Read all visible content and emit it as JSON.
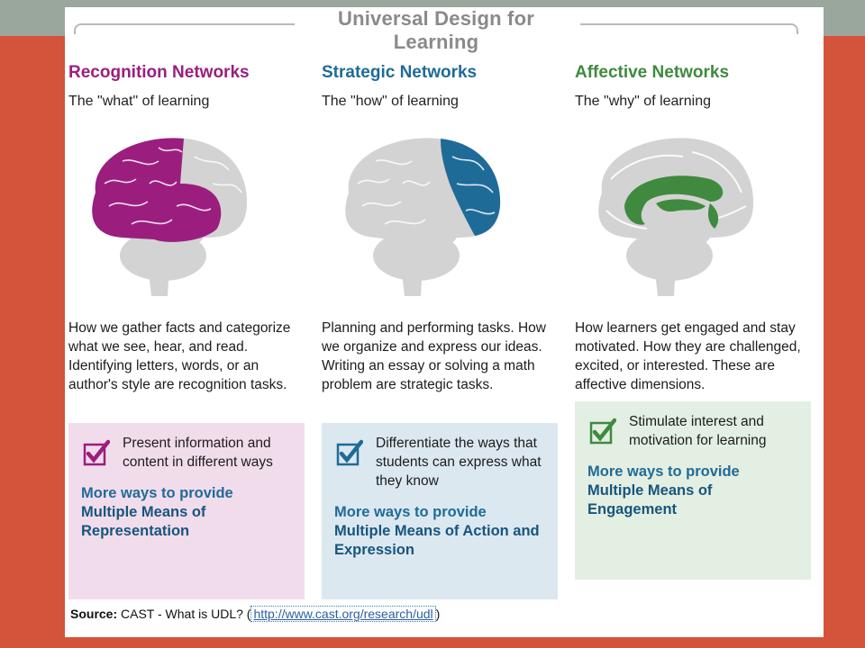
{
  "header": {
    "title": "Universal Design for Learning"
  },
  "colors": {
    "background": "#d4533b",
    "band": "#9aa79d",
    "recognition": "#9b1e7f",
    "strategic": "#1f6b98",
    "affective": "#3f8a3f",
    "brain_gray": "#d3d3d3"
  },
  "columns": [
    {
      "title": "Recognition Networks",
      "subtitle": "The \"what\" of learning",
      "description": "How we gather facts and categorize what we see, hear, and read. Identifying letters, words, or an author's style are recognition tasks.",
      "box_text": "Present information and content in different ways",
      "more_lead": "More ways to provide",
      "more_emph": "Multiple Means of Representation",
      "icon": "purple-checkbox-icon"
    },
    {
      "title": "Strategic Networks",
      "subtitle": "The \"how\" of learning",
      "description": "Planning and performing tasks. How we organize and express our ideas. Writing an essay or solving a math problem are strategic tasks.",
      "box_text": "Differentiate the ways that students can express what they know",
      "more_lead": "More ways to provide",
      "more_emph": "Multiple Means of Action and Expression",
      "icon": "blue-checkbox-icon"
    },
    {
      "title": "Affective Networks",
      "subtitle": "The \"why\" of learning",
      "description": "How learners get engaged and stay motivated. How they are challenged, excited, or interested. These are affective dimensions.",
      "box_text": "Stimulate interest and motivation for learning",
      "more_lead": "More ways to provide",
      "more_emph": "Multiple Means of Engagement",
      "icon": "green-checkbox-icon"
    }
  ],
  "source": {
    "label": "Source:",
    "text": " CAST - What is UDL? (",
    "url": "http://www.cast.org/research/udl",
    "close": ")"
  }
}
